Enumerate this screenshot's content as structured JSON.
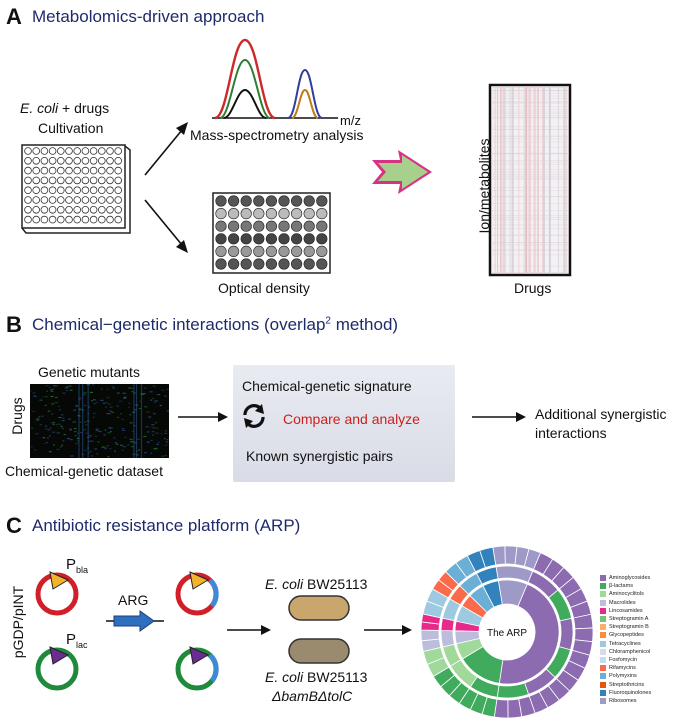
{
  "panelA": {
    "letter": "A",
    "title": "Metabolomics-driven approach",
    "ecoli_italic": "E. coli",
    "ecoli_rest": " + drugs",
    "cultivation": "Cultivation",
    "mz": "m/z",
    "ms_label": "Mass-spectrometry analysis",
    "od_label": "Optical density",
    "heatmap_ylabel": "Ion/metabolites",
    "heatmap_xlabel": "Drugs",
    "colors": {
      "peak_red": "#cc2a2a",
      "peak_green": "#2e7d32",
      "peak_black": "#111111",
      "peak_blue": "#2c3e9e",
      "peak_orange": "#c07a1a",
      "arrow_pink": "#d63384",
      "arrow_green": "#a8d08d"
    }
  },
  "panelB": {
    "letter": "B",
    "title_pre": "Chemical−genetic interactions (overlap",
    "title_sup": "2",
    "title_post": " method)",
    "genetic_mutants": "Genetic mutants",
    "drugs": "Drugs",
    "dataset": "Chemical-genetic dataset",
    "signature": "Chemical-genetic signature",
    "compare": "Compare and analyze",
    "known_pairs": "Known synergistic pairs",
    "additional_1": "Additional synergistic",
    "additional_2": "interactions",
    "compare_color": "#cc1f1f"
  },
  "panelC": {
    "letter": "C",
    "title": "Antibiotic resistance platform (ARP)",
    "plasmid_label": "pGDP/pINT",
    "pbla_main": "P",
    "pbla_sub": "bla",
    "plac_main": "P",
    "plac_sub": "lac",
    "arg": "ARG",
    "strain1_italic": "E. coli",
    "strain1_rest": " BW25113",
    "strain2_italic": "E. coli",
    "strain2_rest": " BW25113",
    "strain2_line2": "ΔbamBΔtolC",
    "arp_center": "The ARP",
    "legend": [
      {
        "label": "Aminoglycosides",
        "color": "#8c6bb1"
      },
      {
        "label": "β-lactams",
        "color": "#41ab5d"
      },
      {
        "label": "Aminocyclitols",
        "color": "#a1d99b"
      },
      {
        "label": "Macrolides",
        "color": "#bcbddc"
      },
      {
        "label": "Lincosamides",
        "color": "#e7298a"
      },
      {
        "label": "Streptogramin A",
        "color": "#74c476"
      },
      {
        "label": "Streptogramin B",
        "color": "#fdae6b"
      },
      {
        "label": "Glycopeptides",
        "color": "#fd8d3c"
      },
      {
        "label": "Tetracyclines",
        "color": "#9ecae1"
      },
      {
        "label": "Chloramphenicol",
        "color": "#dadaeb"
      },
      {
        "label": "Fosfomycin",
        "color": "#c6dbef"
      },
      {
        "label": "Rifamycins",
        "color": "#fb6a4a"
      },
      {
        "label": "Polymyxins",
        "color": "#6baed6"
      },
      {
        "label": "Streptothricins",
        "color": "#e6550d"
      },
      {
        "label": "Fluoroquinolones",
        "color": "#3182bd"
      },
      {
        "label": "Ribosomes",
        "color": "#9e9ac8"
      }
    ]
  }
}
